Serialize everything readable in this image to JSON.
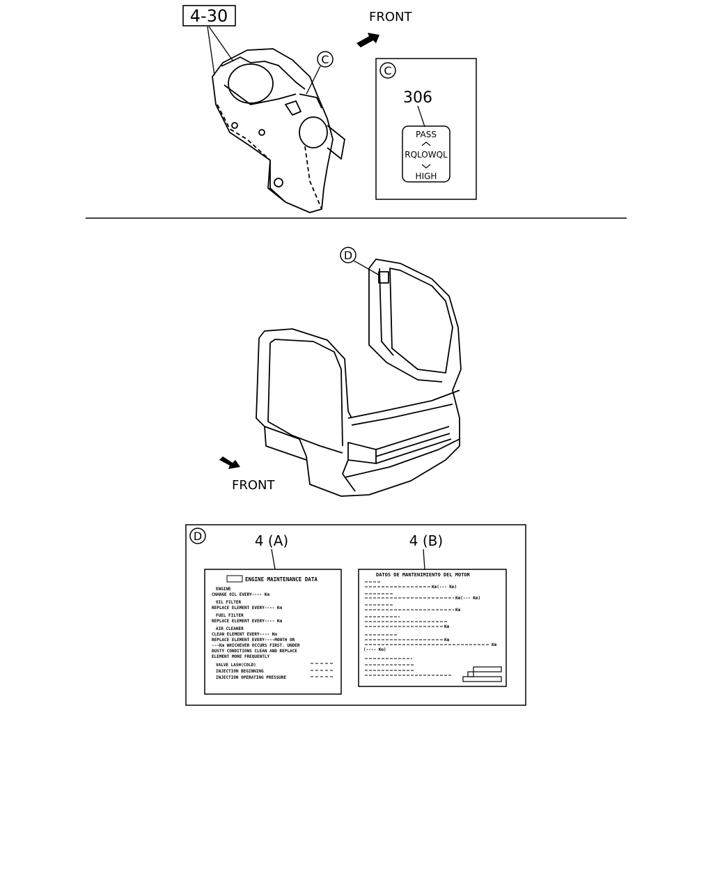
{
  "upper": {
    "ref_box": "4-30",
    "callout_c": "C",
    "front": "FRONT",
    "detail_c": {
      "letter": "C",
      "part_no": "306",
      "switch": {
        "pass": "PASS",
        "mid": "RQLOWQL",
        "high": "HIGH"
      }
    }
  },
  "middle": {
    "callout_d": "D",
    "front": "FRONT"
  },
  "detail_d": {
    "letter": "D",
    "label_a_ref": "4 (A)",
    "label_b_ref": "4 (B)",
    "label_a": {
      "title": "ENGINE MAINTENANCE DATA",
      "lines": [
        "ENGINE",
        "CHANGE OIL EVERY---- Km",
        "OIL FILTER",
        "REPLACE ELEMENT EVERY---- Km",
        "FUEL FILTER",
        "REPLACE ELEMENT EVERY---- Km",
        "AIR CLEANER",
        "CLEAN ELEMENT EVERY---- Km",
        "REPLACE ELEMENT EVERY----MONTH OR",
        "---Km WHICHEVER OCCURS FIRST. UNDER",
        "DUSTY CONDITIONS CLEAN AND REPLACE",
        "ELEMENT MORE FREQUENTLY",
        "VALVE LASH(COLD)",
        "INJECTION BEGINNING",
        "INJECTION OPERATING PRESSURE"
      ]
    },
    "label_b": {
      "title": "DATOS DE MANTENIMIENTO DEL MOTOR",
      "km_marks": [
        "Km(--- Km)",
        "Km(--- Km)",
        "Km",
        "Km",
        "Km",
        "Km",
        "(---- Km)"
      ]
    }
  }
}
